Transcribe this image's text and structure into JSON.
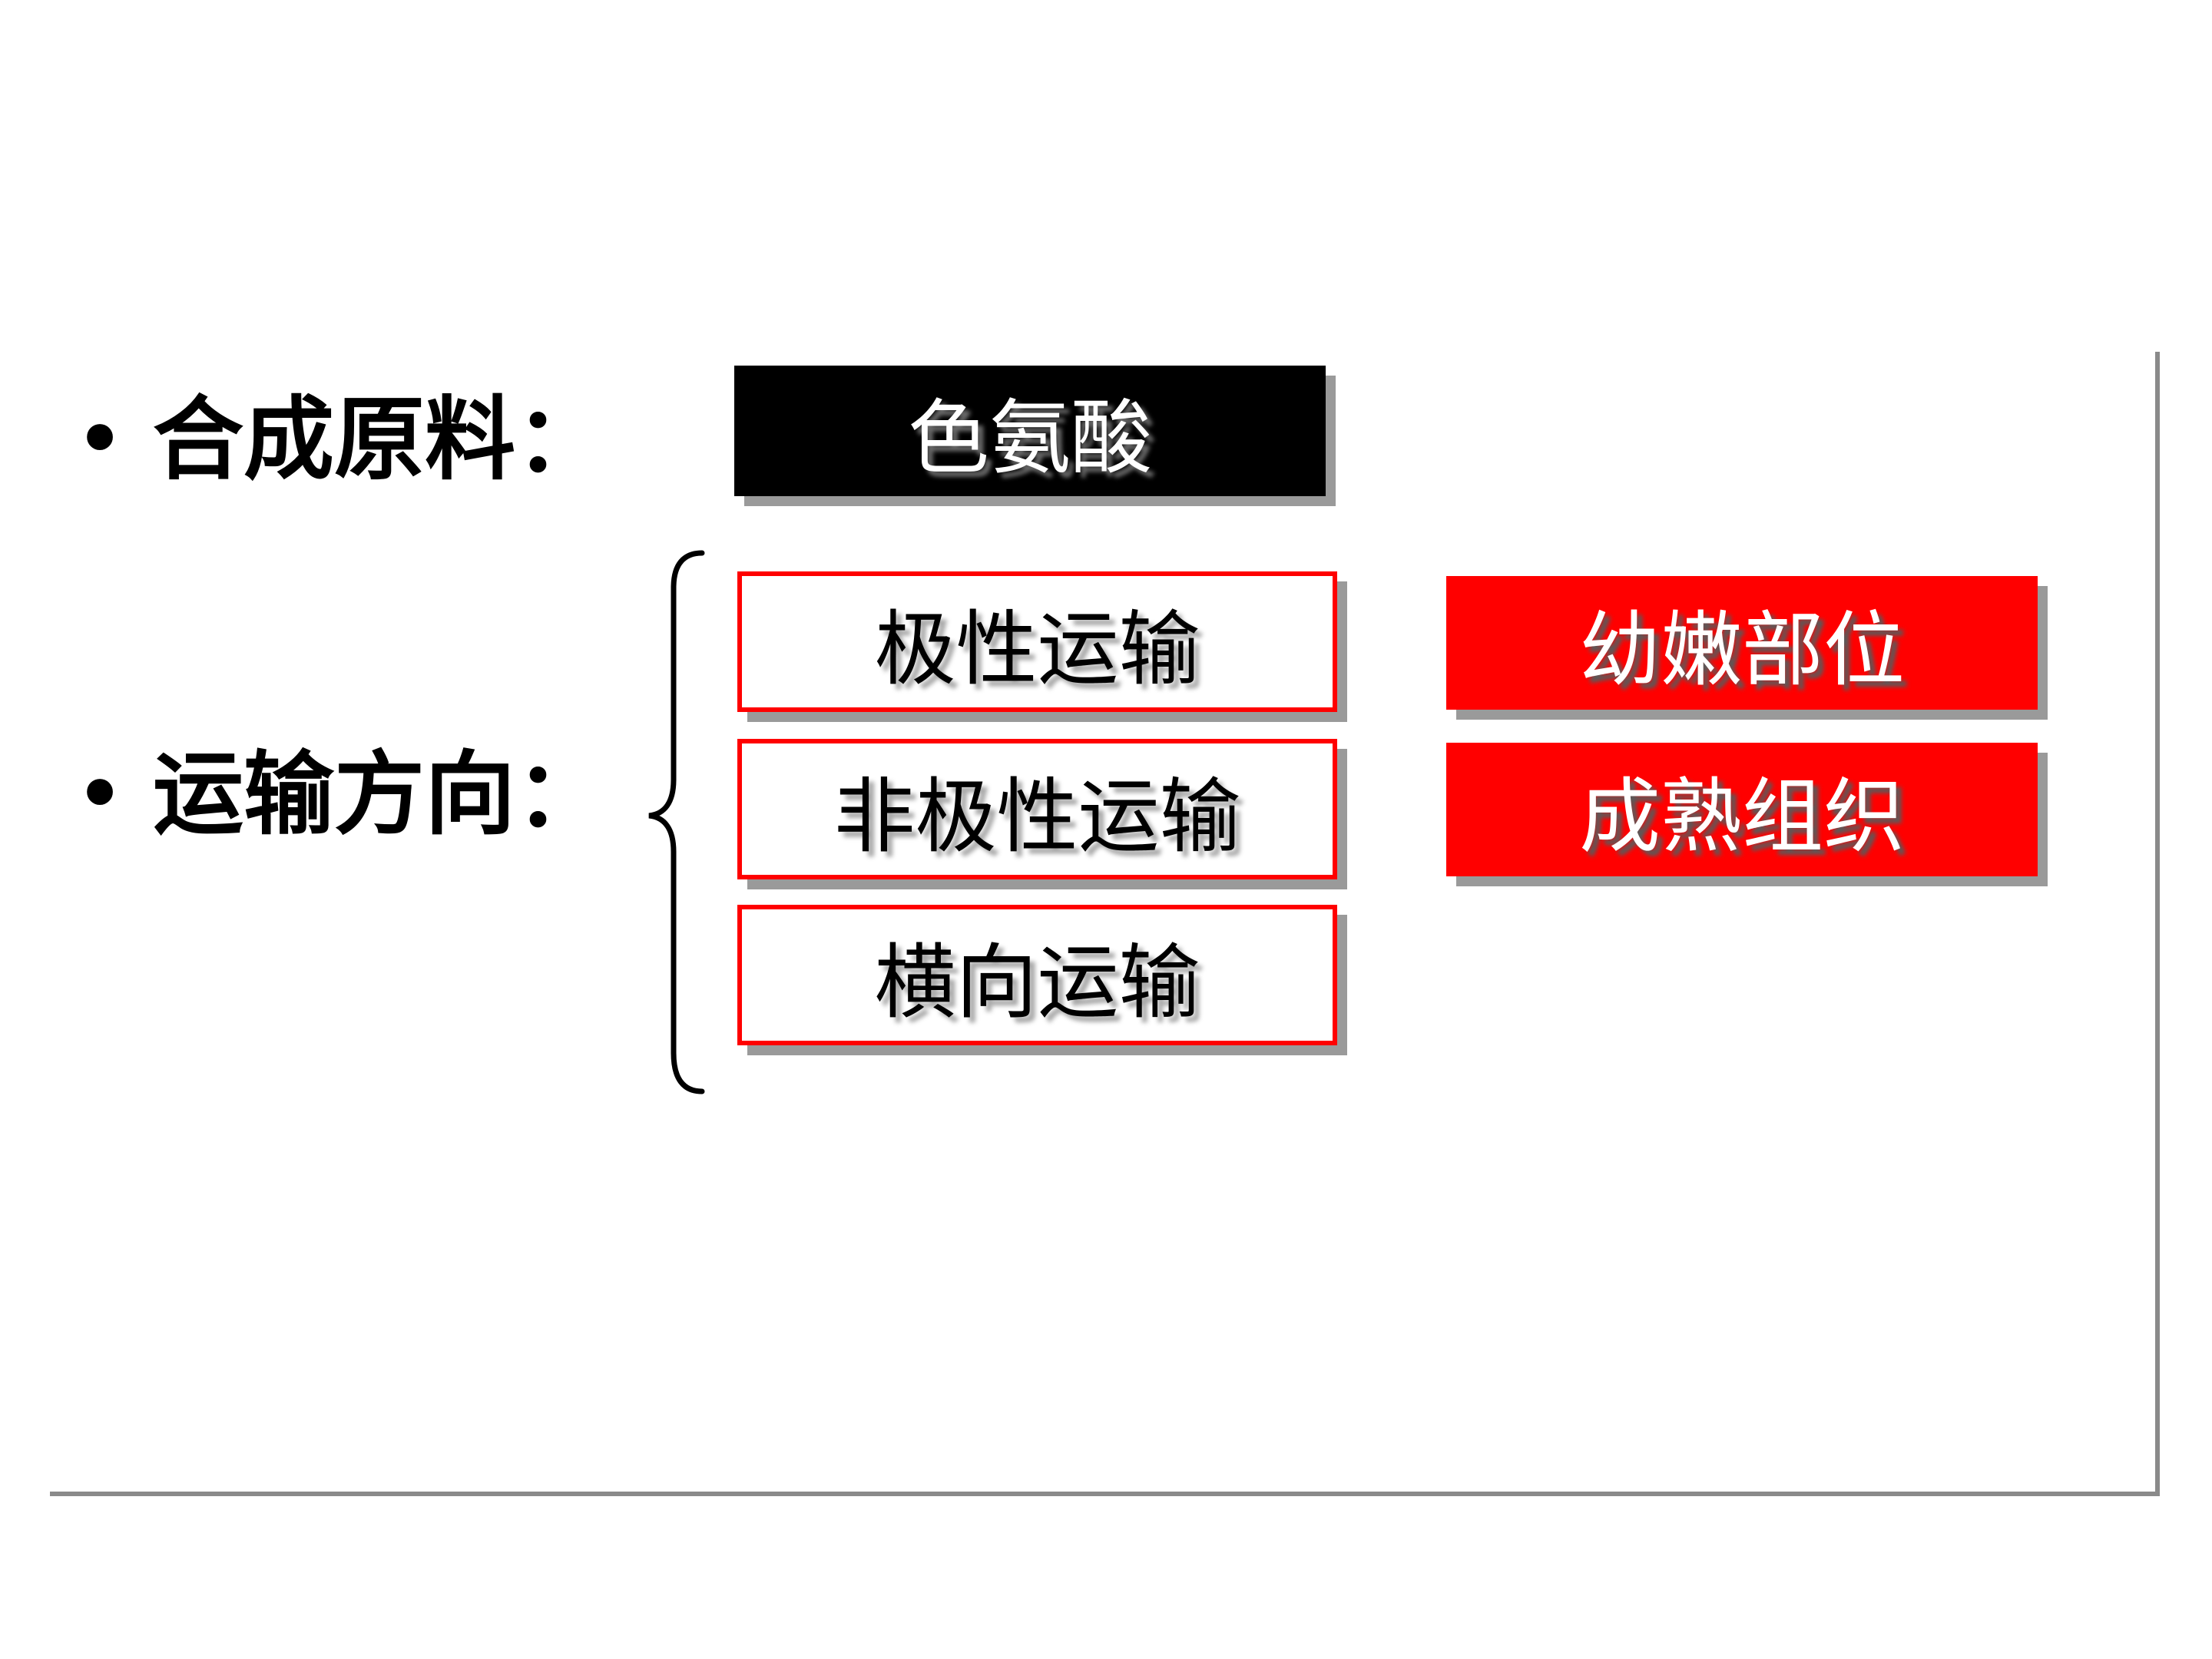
{
  "slide": {
    "bullets": [
      {
        "marker": "•",
        "label": "合成原料："
      },
      {
        "marker": "•",
        "label": "运输方向："
      }
    ],
    "raw_material": "色氨酸",
    "transport_types": [
      "极性运输",
      "非极性运输",
      "横向运输"
    ],
    "locations": [
      "幼嫩部位",
      "成熟组织"
    ],
    "colors": {
      "accent_red": "#ff0000",
      "box_black": "#000000",
      "shadow_gray": "#9a9a9a",
      "rule_gray": "#8a8a8a"
    },
    "icons": {
      "brace": "left-curly-brace-icon"
    }
  }
}
